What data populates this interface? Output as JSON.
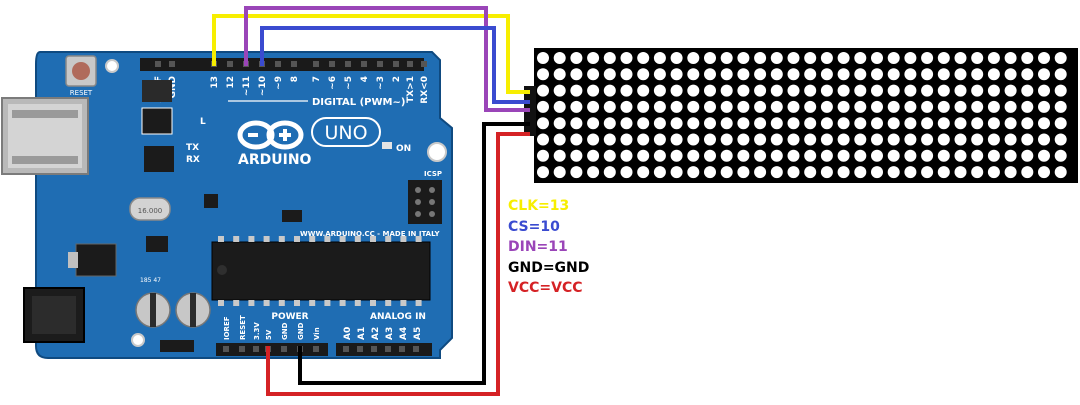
{
  "board": {
    "name": "UNO",
    "brand": "ARDUINO",
    "url_text": "WWW.ARDUINO.CC - MADE IN ITALY",
    "digital_label": "DIGITAL (PWM~)",
    "digital_pins": [
      "AREF",
      "GND",
      "13",
      "12",
      "~11",
      "~10",
      "~9",
      "8",
      "7",
      "~6",
      "~5",
      "4",
      "~3",
      "2",
      "TX>1",
      "RX<0"
    ],
    "power_label": "POWER",
    "power_pins": [
      "IOREF",
      "RESET",
      "3.3V",
      "5V",
      "GND",
      "GND",
      "Vin"
    ],
    "analog_label": "ANALOG IN",
    "analog_pins": [
      "A0",
      "A1",
      "A2",
      "A3",
      "A4",
      "A5"
    ],
    "icsp_label": "ICSP",
    "on_label": "ON",
    "reset_label": "RESET",
    "tx_label": "TX",
    "rx_label": "RX",
    "l_label": "L",
    "ioref_label": "IOREF",
    "crystal_text": "16.000",
    "cap_text": "185 47"
  },
  "matrix": {
    "rows": 8,
    "cols": 32
  },
  "legend": [
    {
      "text": "CLK=13",
      "color": "#f7ee00"
    },
    {
      "text": "CS=10",
      "color": "#3a4bd0"
    },
    {
      "text": "DIN=11",
      "color": "#9a45b8"
    },
    {
      "text": "GND=GND",
      "color": "#000000"
    },
    {
      "text": "VCC=VCC",
      "color": "#d52225"
    }
  ],
  "colors": {
    "board": "#1f6db3",
    "board_dark": "#134f88",
    "header": "#1a1a1a",
    "clk": "#f7ee00",
    "cs": "#3a4bd0",
    "din": "#9a45b8",
    "gnd": "#000000",
    "vcc": "#d52225"
  }
}
